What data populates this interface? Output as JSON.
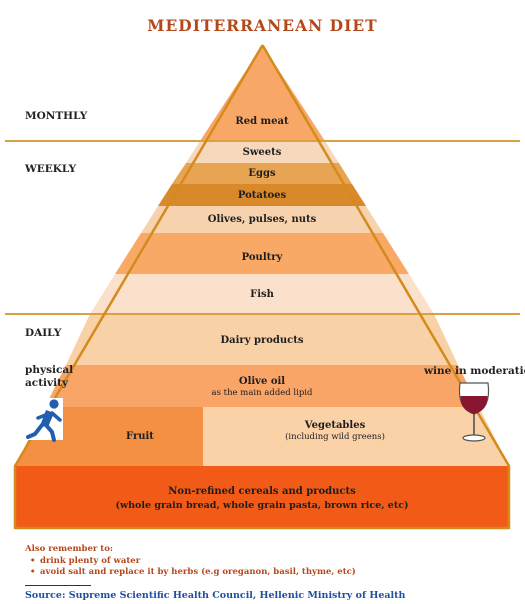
{
  "title": "MEDITERRANEAN DIET",
  "sections": {
    "monthly": "MONTHLY",
    "weekly": "WEEKLY",
    "daily": "DAILY"
  },
  "tiers": {
    "red_meat": "Red meat",
    "sweets": "Sweets",
    "eggs": "Eggs",
    "potatoes": "Potatoes",
    "olives": "Olives, pulses, nuts",
    "poultry": "Poultry",
    "fish": "Fish",
    "dairy": "Dairy products",
    "olive_oil": "Olive oil",
    "olive_oil_note": "as the main added lipid",
    "fruit": "Fruit",
    "vegetables": "Vegetables",
    "vegetables_note": "(including wild greens)",
    "cereals": "Non-refined cereals and products",
    "cereals_note": "(whole grain bread, whole grain pasta, brown rice, etc)"
  },
  "side": {
    "physical_1": "physical",
    "physical_2": "activity",
    "wine": "wine in moderation",
    "physical_icon": "running-person-icon",
    "wine_icon": "wine-glass-icon"
  },
  "remember": {
    "heading": "Also remember to:",
    "items": [
      "drink plenty of water",
      "avoid salt and replace it by herbs (e.g oreganon, basil, thyme, etc)"
    ]
  },
  "source": "Source: Supreme Scientific Health Council, Hellenic Ministry of Health",
  "colors": {
    "title": "#b5471b",
    "outline": "#d38b1d",
    "separator": "#d9a044",
    "red_meat": "#f8a766",
    "sweets": "#f7d8bd",
    "eggs": "#e7a553",
    "potatoes": "#d9892a",
    "olives": "#f6d3ae",
    "poultry": "#f9a866",
    "fish": "#fbe1cb",
    "dairy": "#f9d1a7",
    "olive_oil": "#f8a567",
    "fruit": "#f49043",
    "vegetables": "#fbd1a8",
    "cereals": "#f15a17",
    "source": "#1f4fa0",
    "icon_person": "#1f5fae",
    "wine": "#8a1531"
  }
}
